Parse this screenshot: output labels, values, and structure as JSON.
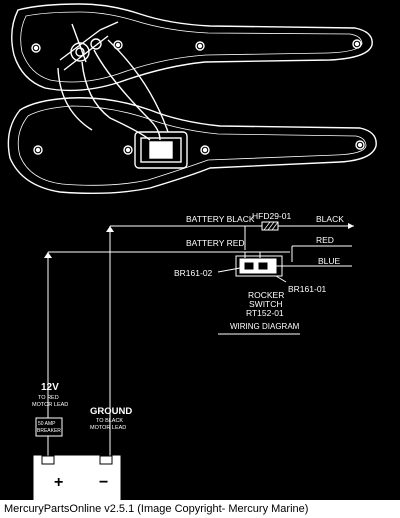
{
  "wiring": {
    "wire_battery_black": "BATTERY BLACK",
    "part_hf029": "HFD29-01",
    "color_black": "BLACK",
    "wire_battery_red": "BATTERY RED",
    "color_red": "RED",
    "color_blue": "BLUE",
    "part_br161_02": "BR161-02",
    "part_br161_01": "BR161-01",
    "rocker_line1": "ROCKER",
    "rocker_line2": "SWITCH",
    "rocker_part": "RT152-01",
    "diagram_title": "WIRING DIAGRAM"
  },
  "battery": {
    "v12_label": "12V",
    "v12_sub1": "TO RED",
    "v12_sub2": "MOTOR LEAD",
    "breaker_line1": "50 AMP",
    "breaker_line2": "BREAKER",
    "ground_label": "GROUND",
    "ground_sub1": "TO BLACK",
    "ground_sub2": "MOTOR LEAD",
    "plus": "+",
    "minus": "−"
  },
  "footer": {
    "text": "MercuryPartsOnline v2.5.1 (Image Copyright- Mercury Marine)"
  }
}
